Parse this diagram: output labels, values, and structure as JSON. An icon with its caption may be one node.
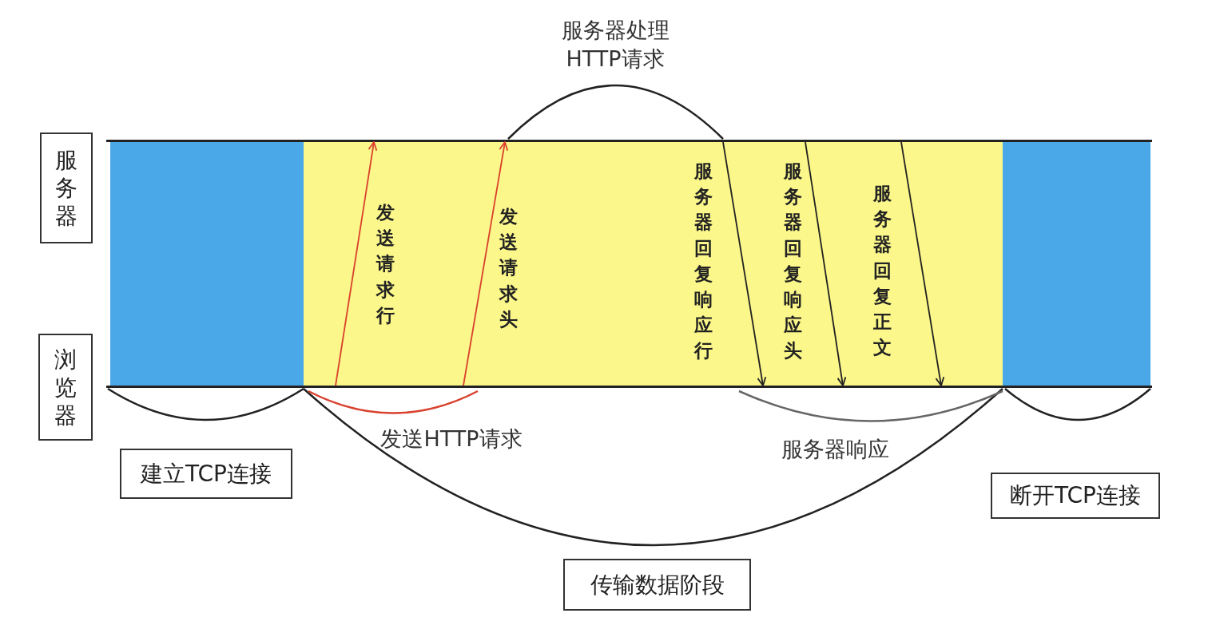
{
  "diagram": {
    "nodes": [
      {
        "text": [
          "服务器"
        ]
      },
      {
        "text": [],
        "shape": "bar"
      },
      {
        "text": [
          "浏览器"
        ]
      },
      {
        "text": [],
        "shape": "bar"
      },
      {
        "text": [
          "建立TCP连接"
        ]
      },
      {
        "text": [
          "断开TCP连接"
        ]
      },
      {
        "text": [
          "传输数据阶段"
        ]
      }
    ],
    "edges": [
      {
        "from": 3,
        "to": 1,
        "arrow": "to",
        "label": "发送请求行",
        "color": "#d9412e"
      },
      {
        "from": 3,
        "to": 1,
        "arrow": "to",
        "label": "发送请求头",
        "color": "#d9412e"
      },
      {
        "from": 1,
        "to": 3,
        "arrow": "to",
        "label": "服务器回复响应行"
      },
      {
        "from": 1,
        "to": 3,
        "arrow": "to",
        "label": "服务器回复响应头"
      },
      {
        "from": 1,
        "to": 3,
        "arrow": "to",
        "label": "服务器回复正文"
      }
    ],
    "labels": [
      "服务器处理 HTTP请求",
      "发送HTTP请求",
      "服务器响应"
    ]
  }
}
